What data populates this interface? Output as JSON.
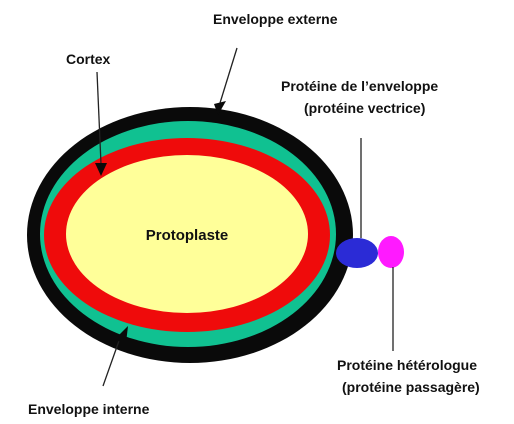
{
  "labels": {
    "enveloppe_externe": "Enveloppe externe",
    "cortex": "Cortex",
    "protoplaste": "Protoplaste",
    "enveloppe_interne": "Enveloppe interne",
    "proteine_enveloppe_line1": "Protéine de l’enveloppe",
    "proteine_enveloppe_line2": "(protéine vectrice)",
    "proteine_heterologue_line1": "Protéine hétérologue",
    "proteine_heterologue_line2": "(protéine passagère)"
  },
  "colors": {
    "outer_envelope": "#0a0a0a",
    "cortex": "#10c191",
    "inner_envelope": "#ef0b0b",
    "protoplast": "#ffff99",
    "carrier_protein": "#2b2bd6",
    "passenger_protein": "#ff1aff",
    "leader_line": "#222222"
  }
}
